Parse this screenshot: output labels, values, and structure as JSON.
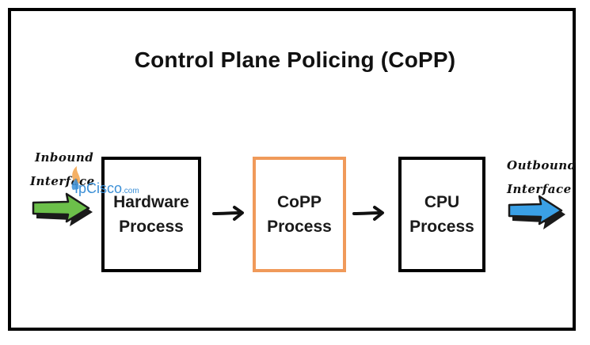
{
  "title": "Control Plane Policing (CoPP)",
  "boxes": [
    {
      "line1": "Hardware",
      "line2": "Process"
    },
    {
      "line1": "CoPP",
      "line2": "Process"
    },
    {
      "line1": "CPU",
      "line2": "Process"
    }
  ],
  "inbound": {
    "line1": "Inbound",
    "line2": "Interface"
  },
  "outbound": {
    "line1": "Outbound",
    "line2": "Interface"
  },
  "watermark": {
    "brand": "IpCisco",
    "suffix": ".com"
  },
  "colors": {
    "copp_border": "#f09a5a",
    "inbound_arrow": "#6cc04a",
    "outbound_arrow": "#3aa0e6",
    "watermark": "#3b8fd6"
  }
}
